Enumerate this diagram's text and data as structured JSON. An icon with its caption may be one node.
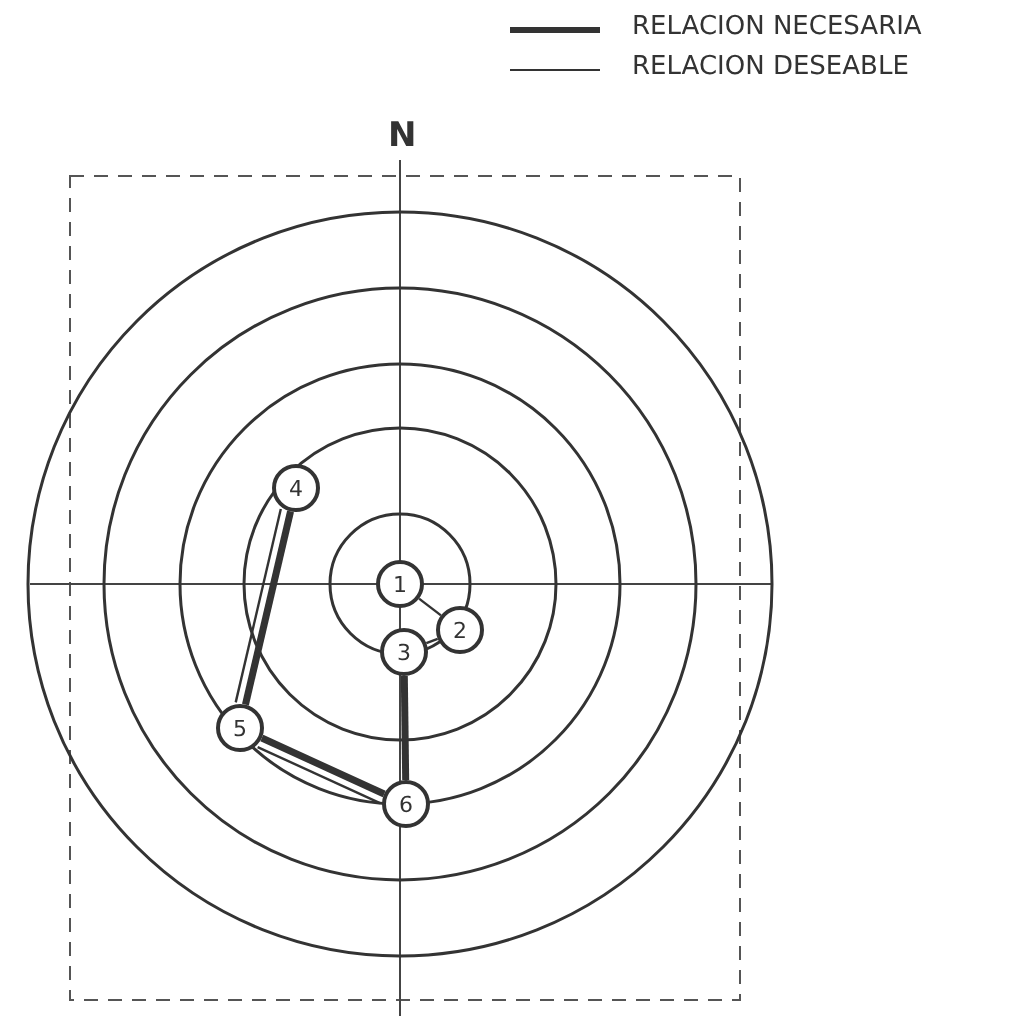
{
  "diagram": {
    "nodes": [
      {
        "text": [
          "1"
        ]
      },
      {
        "text": [
          "2"
        ]
      },
      {
        "text": [
          "3"
        ]
      },
      {
        "text": [
          "4"
        ]
      },
      {
        "text": [
          "5"
        ]
      },
      {
        "text": [
          "6"
        ]
      }
    ],
    "edges": [
      {
        "from": 0,
        "to": 1,
        "arrow": "none"
      },
      {
        "from": 1,
        "to": 2,
        "arrow": "none"
      },
      {
        "from": 2,
        "to": 5,
        "arrow": "none",
        "style": "thick"
      },
      {
        "from": 3,
        "to": 4,
        "arrow": "none",
        "style": "thick"
      },
      {
        "from": 3,
        "to": 4,
        "arrow": "none"
      },
      {
        "from": 4,
        "to": 5,
        "arrow": "none",
        "style": "thick"
      },
      {
        "from": 4,
        "to": 5,
        "arrow": "none"
      }
    ],
    "labels": [
      "N"
    ],
    "legend": [
      {
        "text": "RELACION NECESARIA"
      },
      {
        "text": "RELACION DESEABLE"
      }
    ]
  }
}
